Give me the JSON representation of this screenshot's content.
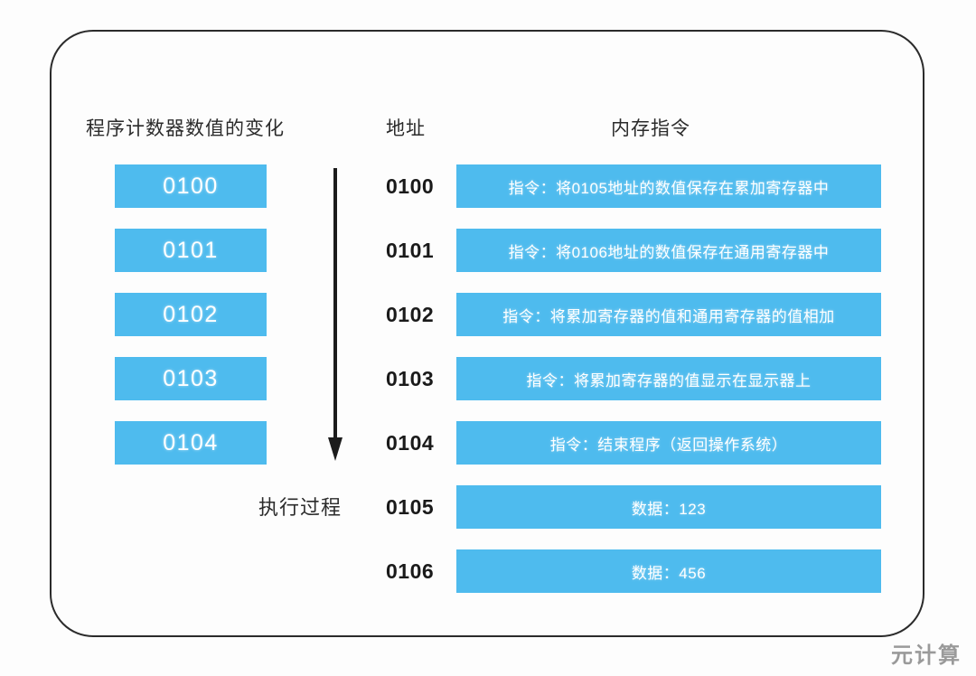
{
  "diagram": {
    "title_headers": {
      "counter_column": "程序计数器数值的变化",
      "address_column": "地址",
      "memory_column": "内存指令"
    },
    "execution_label": "执行过程",
    "arrow": {
      "direction": "down",
      "icon": "down-arrow-icon"
    },
    "program_counter_values": [
      "0100",
      "0101",
      "0102",
      "0103",
      "0104"
    ],
    "memory_rows": [
      {
        "address": "0100",
        "content": "指令：将0105地址的数值保存在累加寄存器中"
      },
      {
        "address": "0101",
        "content": "指令：将0106地址的数值保存在通用寄存器中"
      },
      {
        "address": "0102",
        "content": "指令：将累加寄存器的值和通用寄存器的值相加"
      },
      {
        "address": "0103",
        "content": "指令：将累加寄存器的值显示在显示器上"
      },
      {
        "address": "0104",
        "content": "指令：结束程序（返回操作系统）"
      },
      {
        "address": "0105",
        "content": "数据：123"
      },
      {
        "address": "0106",
        "content": "数据：456"
      }
    ],
    "watermark": "元计算",
    "colors": {
      "block_blue": "#4ebbee",
      "block_text": "#ffffff",
      "address_text": "#1a1a1a",
      "frame_border": "#2b2b2b",
      "background": "#fdfdfd",
      "watermark": "#9a9a9a"
    }
  }
}
